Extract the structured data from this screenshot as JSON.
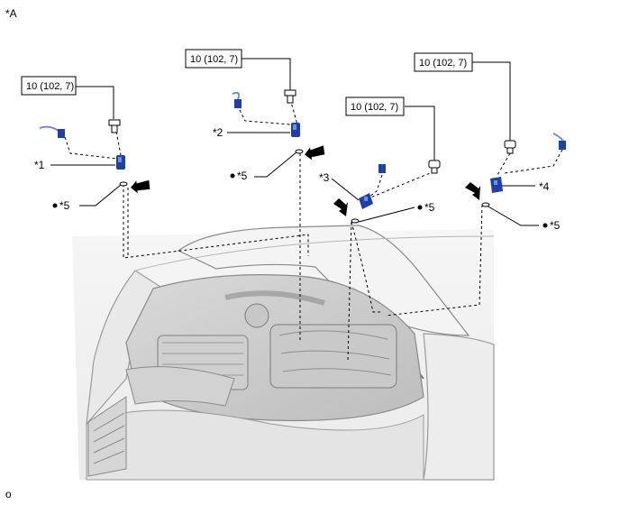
{
  "view_label": "*A",
  "footer_code": "o",
  "torque_labels": [
    "10 (102, 7)",
    "10 (102, 7)",
    "10 (102, 7)",
    "10 (102, 7)"
  ],
  "callouts": {
    "c1": "*1",
    "c2": "*2",
    "c3": "*3",
    "c4": "*4",
    "c5a": "*5",
    "c5b": "*5",
    "c5c": "*5",
    "c5d": "*5"
  },
  "colors": {
    "sensor": "#1e3fa8",
    "sensor_light": "#3f63d8",
    "engine_bg": "#ececec",
    "body_line": "#9a9a9a",
    "leader": "#000000"
  }
}
